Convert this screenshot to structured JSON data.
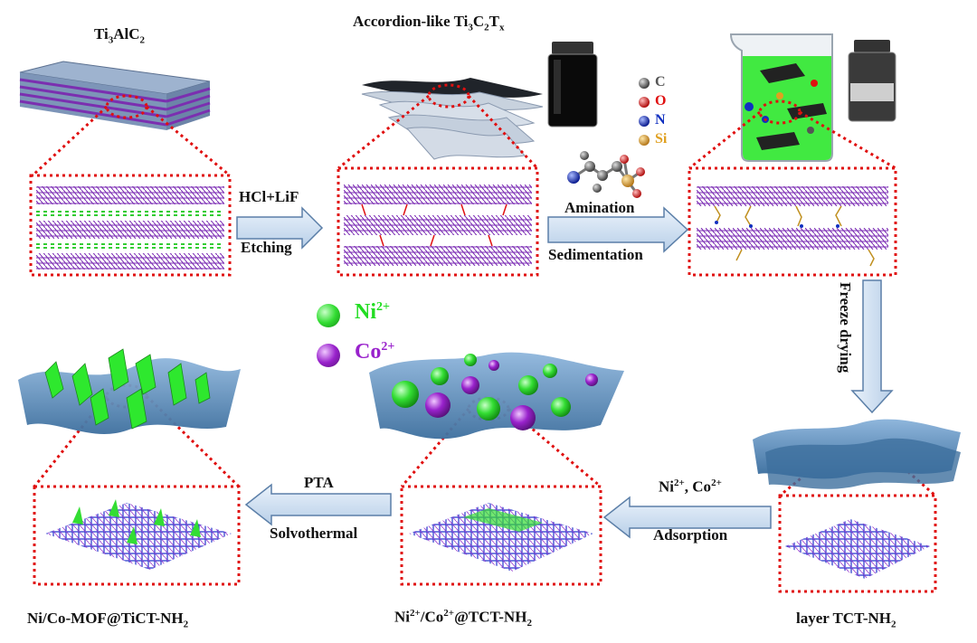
{
  "labels": {
    "ti3alc2": {
      "pre": "Ti",
      "s1": "3",
      "mid": "AlC",
      "s2": "2"
    },
    "accordion": {
      "pre": "Accordion-like  Ti",
      "s1": "3",
      "mid": "C",
      "s2": "2",
      "mid2": "T",
      "s3": "x"
    },
    "layer_tct": {
      "pre": "layer TCT-NH",
      "s1": "2"
    },
    "ions_tct": {
      "a": "Ni",
      "sa": "2+",
      "b": "/Co",
      "sb": "2+",
      "c": "@TCT-NH",
      "sc": "2"
    },
    "mof": {
      "pre": "Ni/Co-MOF@TiCT-NH",
      "s1": "2"
    }
  },
  "steps": {
    "etch_top": "HCl+LiF",
    "etch_bottom": "Etching",
    "amin_top": "Amination",
    "amin_bottom": "Sedimentation",
    "freeze": "Freeze drying",
    "ads_top": {
      "a": "Ni",
      "sa": "2+",
      "b": ", Co",
      "sb": "2+"
    },
    "ads_bottom": "Adsorption",
    "pta_top": "PTA",
    "pta_bottom": "Solvothermal"
  },
  "atom_legend": [
    {
      "symbol": "C",
      "color": "#555555"
    },
    {
      "symbol": "O",
      "color": "#e01010"
    },
    {
      "symbol": "N",
      "color": "#1030c0"
    },
    {
      "symbol": "Si",
      "color": "#e0a020"
    }
  ],
  "ion_legend": [
    {
      "ion": "Ni",
      "charge": "2+",
      "color": "#22dd22",
      "text_color": "#22dd22"
    },
    {
      "ion": "Co",
      "charge": "2+",
      "color": "#9922cc",
      "text_color": "#9922cc"
    }
  ]
}
